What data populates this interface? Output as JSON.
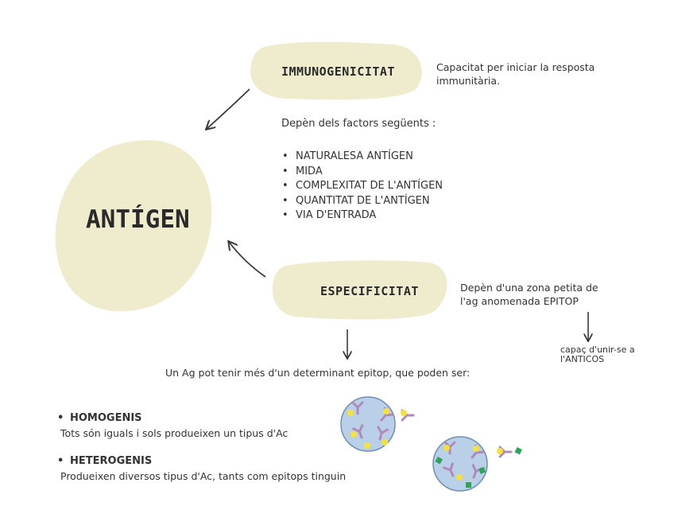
{
  "antigen": {
    "label": "ANTÍGEN"
  },
  "immunogenicitat": {
    "title": "IMMUNOGENICITAT",
    "definition_line1": "Capacitat per iniciar la resposta",
    "definition_line2": "immunitària.",
    "factors_intro": "Depèn dels factors següents :",
    "factors": [
      "NATURALESA ANTÍGEN",
      "MIDA",
      "COMPLEXITAT DE L'ANTÍGEN",
      "QUANTITAT DE L'ANTÍGEN",
      "VIA D'ENTRADA"
    ]
  },
  "especificitat": {
    "title": "ESPECIFICITAT",
    "definition_line1": "Depèn d'una zona petita de",
    "definition_line2": "l'ag anomenada EPITOP",
    "note_line1": "capaç d'unir-se a",
    "note_line2": "l'ANTICOS"
  },
  "determinants_text": "Un Ag pot tenir més d'un determinant epitop, que poden ser:",
  "types": [
    {
      "name": "HOMOGENIS",
      "description": "Tots són iguals i sols produeixen un tipus d'Ac"
    },
    {
      "name": "HETEROGENIS",
      "description": "Produeixen diversos tipus d'Ac, tants com epitops tinguin"
    }
  ],
  "colors": {
    "blob": "#efebcd",
    "text": "#333333",
    "arrow": "#3a3a3a",
    "cell": "#b9d0e8",
    "antibody": "#b08ab8",
    "epitope_yellow": "#f4e23a",
    "epitope_green": "#2fa55a"
  }
}
